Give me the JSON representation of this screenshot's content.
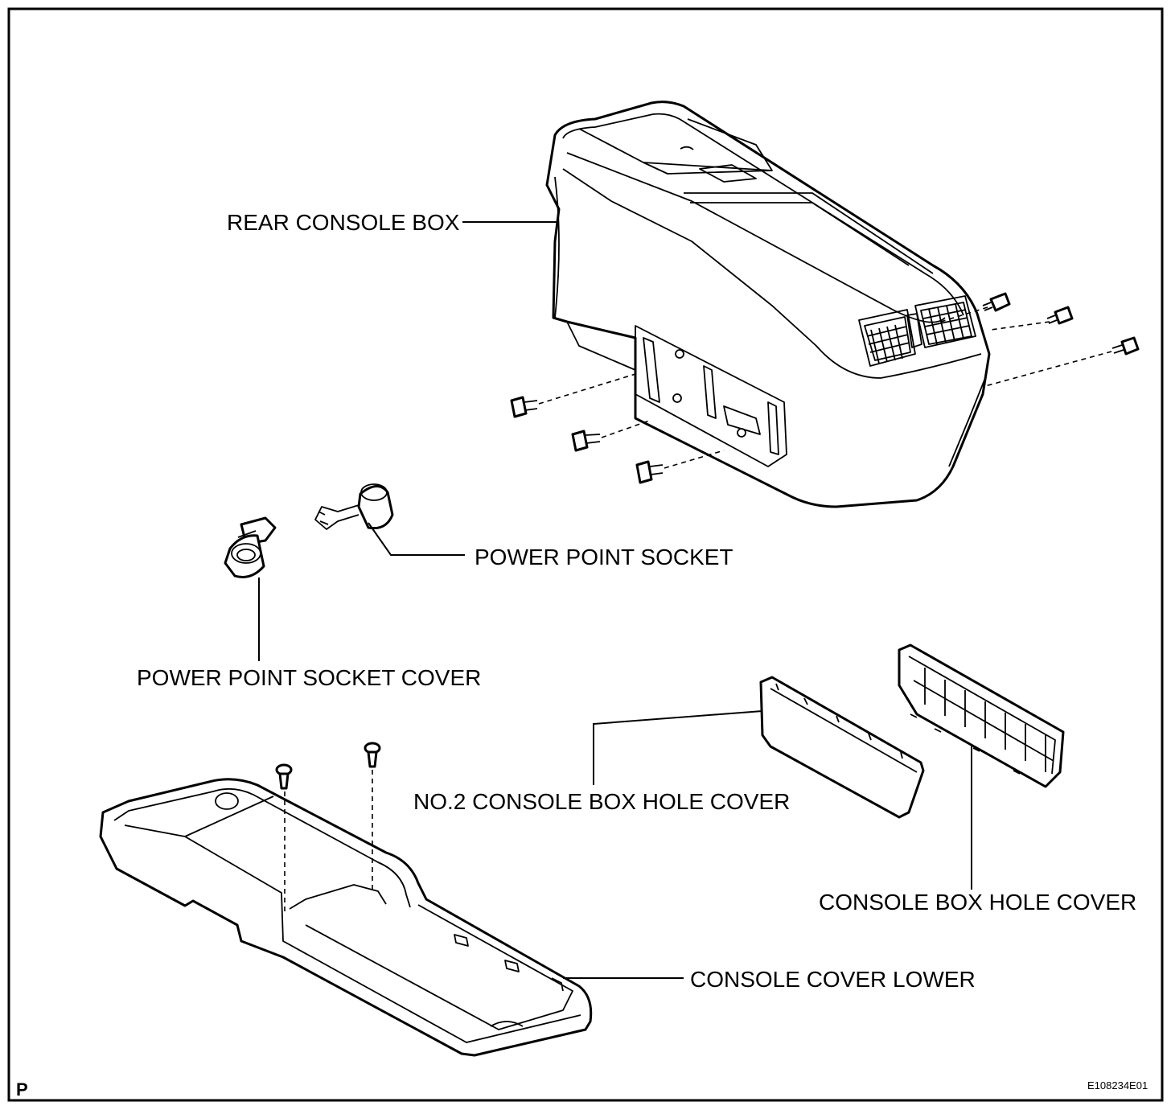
{
  "labels": {
    "rear_console_box": "REAR CONSOLE BOX",
    "power_point_socket": "POWER POINT SOCKET",
    "power_point_socket_cover": "POWER POINT SOCKET COVER",
    "no2_console_box_hole_cover": "NO.2 CONSOLE BOX HOLE COVER",
    "console_box_hole_cover": "CONSOLE BOX HOLE COVER",
    "console_cover_lower": "CONSOLE COVER LOWER"
  },
  "corner_mark": "P",
  "figure_code": "E108234E01",
  "colors": {
    "ink": "#000000",
    "paper": "#ffffff"
  },
  "icons": [
    "screw-icon",
    "vent-grille-icon"
  ]
}
